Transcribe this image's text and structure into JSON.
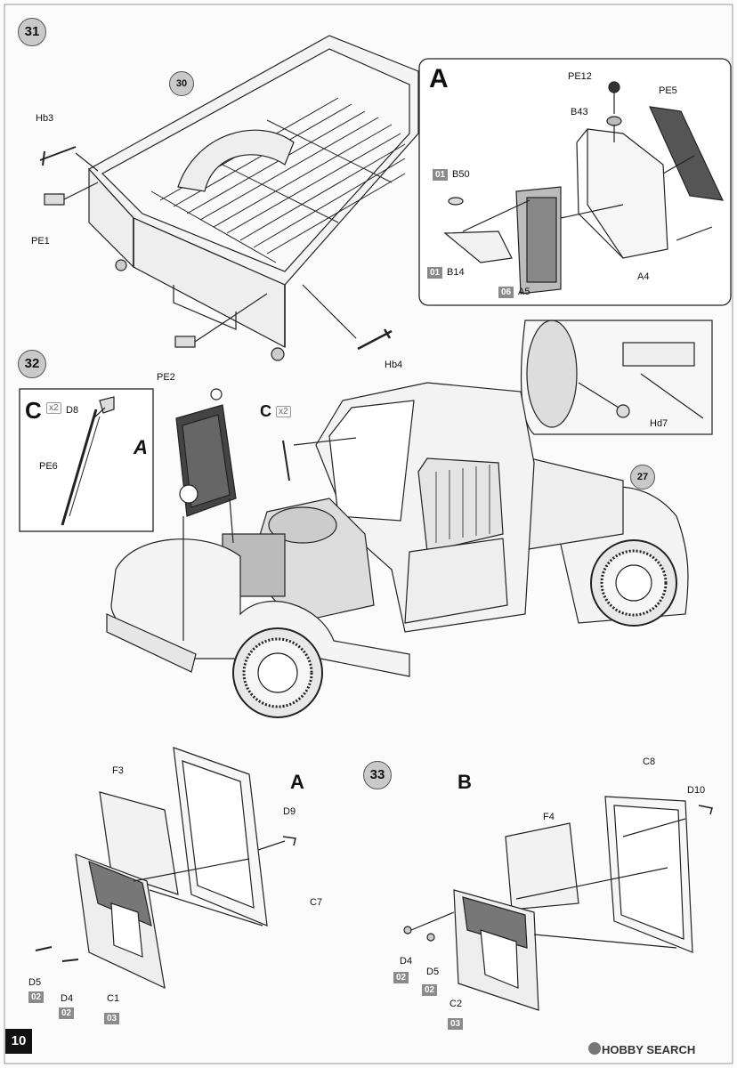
{
  "page_number": "10",
  "steps": {
    "s31": "31",
    "s32": "32",
    "s33": "33"
  },
  "refs": {
    "r30": "30",
    "r27": "27"
  },
  "subassemblies": {
    "A_top": "A",
    "A_mid": "A",
    "C_mid": "C",
    "C_inset": "C",
    "A_bottom": "A",
    "B_bottom": "B"
  },
  "qty": {
    "x2_inset": "x2",
    "x2_mid": "x2"
  },
  "parts": {
    "Hb3": "Hb3",
    "PE1": "PE1",
    "PE2": "PE2",
    "Hb4": "Hb4",
    "PE12": "PE12",
    "PE5": "PE5",
    "B43": "B43",
    "B50": "B50",
    "B14": "B14",
    "A5": "A5",
    "A4": "A4",
    "Hd7": "Hd7",
    "D8": "D8",
    "PE6": "PE6",
    "F3": "F3",
    "D9": "D9",
    "C7": "C7",
    "D5a": "D5",
    "D4a": "D4",
    "C1": "C1",
    "C8": "C8",
    "D10": "D10",
    "F4": "F4",
    "D4b": "D4",
    "D5b": "D5",
    "C2": "C2"
  },
  "sprue_tags": {
    "B50": "01",
    "B14": "01",
    "A5": "06",
    "D5a": "02",
    "D4a": "02",
    "C1": "03",
    "D4b": "02",
    "D5b": "02",
    "C2": "03"
  },
  "watermark": "HOBBY SEARCH",
  "colors": {
    "tag": "#8a8a8a",
    "step_circle": "#c9c9c9",
    "page_tab": "#111111"
  }
}
